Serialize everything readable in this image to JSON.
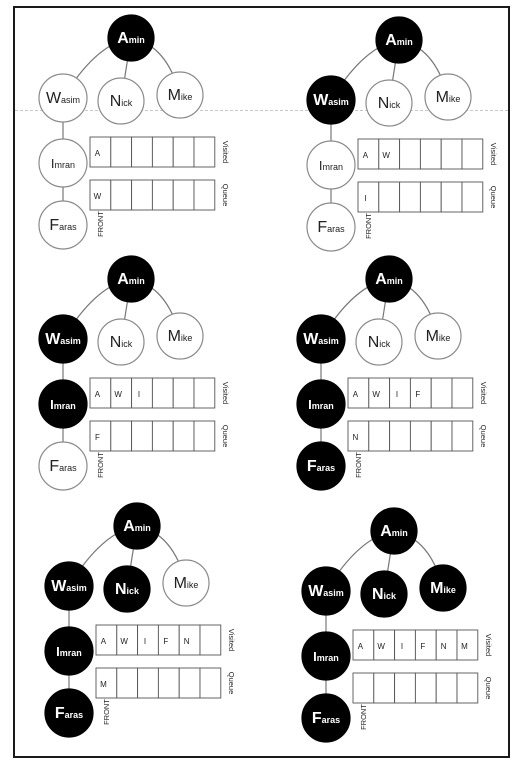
{
  "labels": {
    "visited": "Visited",
    "queue": "Queue",
    "front": "FRONT"
  },
  "panels": [
    {
      "visited": [
        "A"
      ],
      "queue": [
        "W"
      ],
      "nodes": [
        {
          "id": "A",
          "cap": "A",
          "rest": "min",
          "state": "visited"
        },
        {
          "id": "W",
          "cap": "W",
          "rest": "asim",
          "state": "open"
        },
        {
          "id": "N",
          "cap": "N",
          "rest": "ick",
          "state": "open"
        },
        {
          "id": "M",
          "cap": "M",
          "rest": "ike",
          "state": "open"
        },
        {
          "id": "I",
          "cap": "I",
          "rest": "mran",
          "state": "open"
        },
        {
          "id": "F",
          "cap": "F",
          "rest": "aras",
          "state": "open"
        }
      ]
    },
    {
      "visited": [
        "A",
        "W"
      ],
      "queue": [
        "I"
      ],
      "nodes": [
        {
          "id": "A",
          "cap": "A",
          "rest": "min",
          "state": "visited"
        },
        {
          "id": "W",
          "cap": "W",
          "rest": "asim",
          "state": "visited"
        },
        {
          "id": "N",
          "cap": "N",
          "rest": "ick",
          "state": "open"
        },
        {
          "id": "M",
          "cap": "M",
          "rest": "ike",
          "state": "open"
        },
        {
          "id": "I",
          "cap": "I",
          "rest": "mran",
          "state": "open"
        },
        {
          "id": "F",
          "cap": "F",
          "rest": "aras",
          "state": "open"
        }
      ]
    },
    {
      "visited": [
        "A",
        "W",
        "I"
      ],
      "queue": [
        "F"
      ],
      "nodes": [
        {
          "id": "A",
          "cap": "A",
          "rest": "min",
          "state": "visited"
        },
        {
          "id": "W",
          "cap": "W",
          "rest": "asim",
          "state": "visited"
        },
        {
          "id": "N",
          "cap": "N",
          "rest": "ick",
          "state": "open"
        },
        {
          "id": "M",
          "cap": "M",
          "rest": "ike",
          "state": "open"
        },
        {
          "id": "I",
          "cap": "I",
          "rest": "mran",
          "state": "visited"
        },
        {
          "id": "F",
          "cap": "F",
          "rest": "aras",
          "state": "open"
        }
      ]
    },
    {
      "visited": [
        "A",
        "W",
        "I",
        "F"
      ],
      "queue": [
        "N"
      ],
      "nodes": [
        {
          "id": "A",
          "cap": "A",
          "rest": "min",
          "state": "visited"
        },
        {
          "id": "W",
          "cap": "W",
          "rest": "asim",
          "state": "visited"
        },
        {
          "id": "N",
          "cap": "N",
          "rest": "ick",
          "state": "open"
        },
        {
          "id": "M",
          "cap": "M",
          "rest": "ike",
          "state": "open"
        },
        {
          "id": "I",
          "cap": "I",
          "rest": "mran",
          "state": "visited"
        },
        {
          "id": "F",
          "cap": "F",
          "rest": "aras",
          "state": "visited"
        }
      ]
    },
    {
      "visited": [
        "A",
        "W",
        "I",
        "F",
        "N"
      ],
      "queue": [
        "M"
      ],
      "nodes": [
        {
          "id": "A",
          "cap": "A",
          "rest": "min",
          "state": "visited"
        },
        {
          "id": "W",
          "cap": "W",
          "rest": "asim",
          "state": "visited"
        },
        {
          "id": "N",
          "cap": "N",
          "rest": "ick",
          "state": "visited"
        },
        {
          "id": "M",
          "cap": "M",
          "rest": "ike",
          "state": "open"
        },
        {
          "id": "I",
          "cap": "I",
          "rest": "mran",
          "state": "visited"
        },
        {
          "id": "F",
          "cap": "F",
          "rest": "aras",
          "state": "visited"
        }
      ]
    },
    {
      "visited": [
        "A",
        "W",
        "I",
        "F",
        "N",
        "M"
      ],
      "queue": [],
      "nodes": [
        {
          "id": "A",
          "cap": "A",
          "rest": "min",
          "state": "visited"
        },
        {
          "id": "W",
          "cap": "W",
          "rest": "asim",
          "state": "visited"
        },
        {
          "id": "N",
          "cap": "N",
          "rest": "ick",
          "state": "visited"
        },
        {
          "id": "M",
          "cap": "M",
          "rest": "ike",
          "state": "visited"
        },
        {
          "id": "I",
          "cap": "I",
          "rest": "mran",
          "state": "visited"
        },
        {
          "id": "F",
          "cap": "F",
          "rest": "aras",
          "state": "visited"
        }
      ]
    }
  ]
}
